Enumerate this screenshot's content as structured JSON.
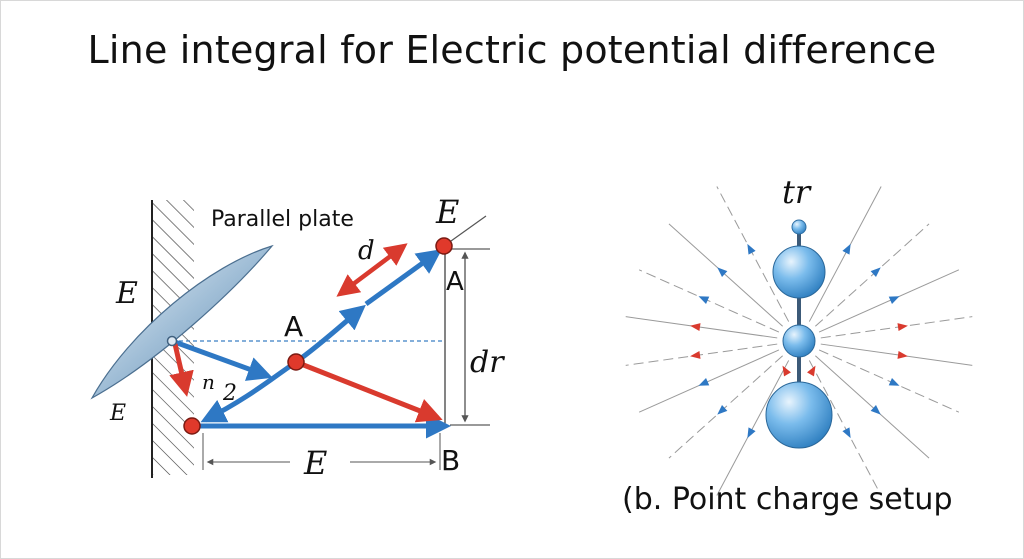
{
  "title": "Line integral for Electric potential difference",
  "left_diagram": {
    "plate_label": "Parallel plate",
    "label_E_top": "E",
    "label_d": "d",
    "label_A_right": "A",
    "label_E_left": "E",
    "label_A_mid": "A",
    "label_dr": "dr",
    "label_n": "n",
    "label_2": "2",
    "label_E_bottom_left": "E",
    "label_E_bottom": "E",
    "label_B": "B"
  },
  "right_diagram": {
    "label_tr": "tr",
    "caption": "(b. Point charge setup"
  },
  "colors": {
    "blue_arrow": "#2e78c4",
    "red_arrow": "#d93a2e",
    "red_dot": "#e0392b",
    "sphere_blue": "#5aa8e6",
    "dashed_line": "#3b7fc4"
  }
}
